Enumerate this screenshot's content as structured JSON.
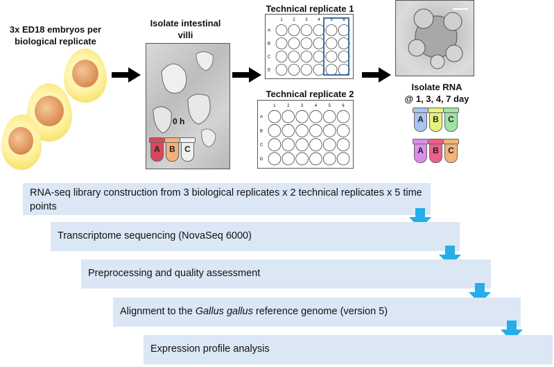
{
  "stage1": {
    "line1": "3x ED18 embryos per",
    "line2": "biological replicate"
  },
  "stage2": {
    "line1": "Isolate intestinal",
    "line2": "villi",
    "time_label": "0 h"
  },
  "stage3": {
    "plate1_title": "Technical replicate 1",
    "plate2_title": "Technical replicate 2"
  },
  "stage4": {
    "line1": "Isolate RNA",
    "line2": "@ 1, 3, 4, 7 day"
  },
  "plate": {
    "columns": [
      "1",
      "2",
      "3",
      "4",
      "5",
      "6"
    ],
    "rows": [
      "A",
      "B",
      "C",
      "D"
    ]
  },
  "tubes": {
    "zero_h": [
      {
        "label": "A",
        "color": "#d9475d"
      },
      {
        "label": "B",
        "color": "#f2b27a"
      },
      {
        "label": "C",
        "color": "#f0f0f0"
      }
    ],
    "rna_top": [
      {
        "label": "A",
        "color": "#a9c4ee"
      },
      {
        "label": "B",
        "color": "#e6f27a"
      },
      {
        "label": "C",
        "color": "#9fe3a7"
      }
    ],
    "rna_bottom": [
      {
        "label": "A",
        "color": "#d98ee8"
      },
      {
        "label": "B",
        "color": "#ec5f8a"
      },
      {
        "label": "C",
        "color": "#f2b27a"
      }
    ]
  },
  "steps": [
    {
      "text": "RNA-seq library construction from 3 biological replicates x 2 technical replicates x 5 time points"
    },
    {
      "text": "Transcriptome sequencing (NovaSeq 6000)"
    },
    {
      "text": "Preprocessing and quality assessment"
    },
    {
      "pre": "Alignment to the ",
      "italic": "Gallus gallus",
      "post": " reference genome (version 5)"
    },
    {
      "text": "Expression profile analysis"
    }
  ],
  "colors": {
    "step_fill": "#dbe7f4",
    "down_arrow": "#25aee8",
    "highlight_box": "#3f6ea4",
    "flow_arrow": "#000000"
  }
}
